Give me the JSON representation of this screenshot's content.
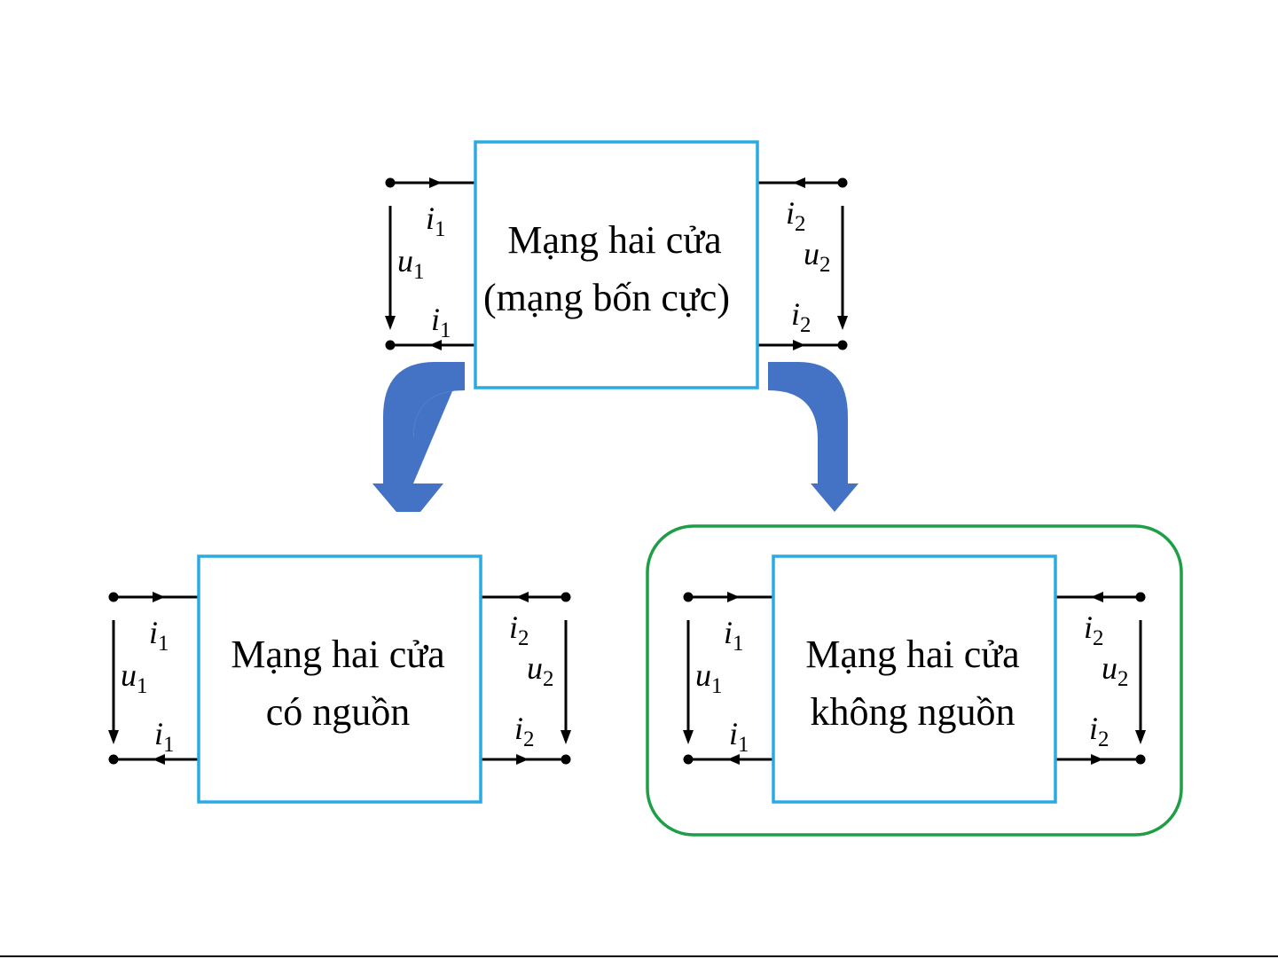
{
  "diagram": {
    "top": {
      "line1": "Mạng hai cửa",
      "line2": "(mạng bốn cực)"
    },
    "left": {
      "line1": "Mạng hai cửa",
      "line2": "có nguồn"
    },
    "right": {
      "line1": "Mạng hai cửa",
      "line2": "không nguồn",
      "highlighted": true
    },
    "port_labels": {
      "current_symbol": "i",
      "voltage_symbol": "u",
      "port1_index": "1",
      "port2_index": "2"
    },
    "colors": {
      "box_border": "#29abe2",
      "highlight_border": "#1e9e46",
      "flow_arrow": "#4472c4",
      "wire": "#000000"
    }
  }
}
